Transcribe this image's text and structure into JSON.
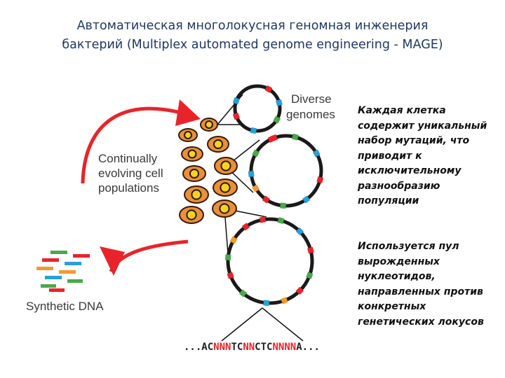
{
  "title": {
    "line1": "Автоматическая многолокусная геномная инженерия",
    "line2": "бактерий (Multiplex automated genome engineering - MAGE)"
  },
  "diagram": {
    "diverse_label_1": "Diverse",
    "diverse_label_2": "genomes",
    "population_label_1": "Continually",
    "population_label_2": "evolving cell",
    "population_label_3": "populations",
    "synthetic_label": "Synthetic DNA",
    "sequence": [
      {
        "text": "...AC",
        "color": "#222222"
      },
      {
        "text": "NNN",
        "color": "#e8242a"
      },
      {
        "text": "TC",
        "color": "#222222"
      },
      {
        "text": "NN",
        "color": "#e8242a"
      },
      {
        "text": "CTC",
        "color": "#222222"
      },
      {
        "text": "NNNN",
        "color": "#e8242a"
      },
      {
        "text": "A...",
        "color": "#222222"
      }
    ],
    "colors": {
      "arrow": "#e8242a",
      "cell_fill": "#e8903a",
      "cell_outline": "#3a1a0a",
      "nucleus": "#f7d21e",
      "mutation_red": "#e8242a",
      "mutation_blue": "#2a9fd8",
      "mutation_green": "#4aa84a",
      "mutation_orange": "#f29a2e"
    }
  },
  "notes": {
    "note1": "Каждая клетка содержит уникальный набор мутаций, что приводит к исключительному разнообразию популяции",
    "note2": "Используется пул вырожденных нуклеотидов, направленных против конкретных генетических локусов"
  }
}
